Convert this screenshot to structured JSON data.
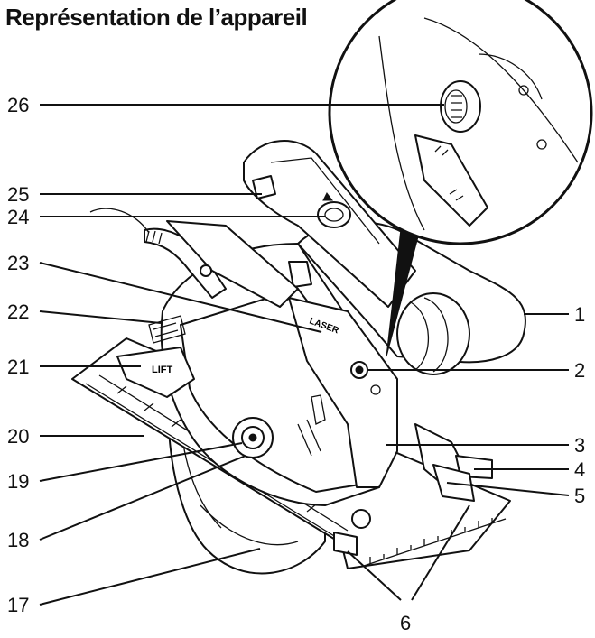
{
  "title": "Représentation de l’appareil",
  "labels": [
    "1",
    "2",
    "3",
    "4",
    "5",
    "6",
    "17",
    "18",
    "19",
    "20",
    "21",
    "22",
    "23",
    "24",
    "25",
    "26"
  ],
  "part_text": {
    "laser": "LASER",
    "lift": "LIFT"
  }
}
